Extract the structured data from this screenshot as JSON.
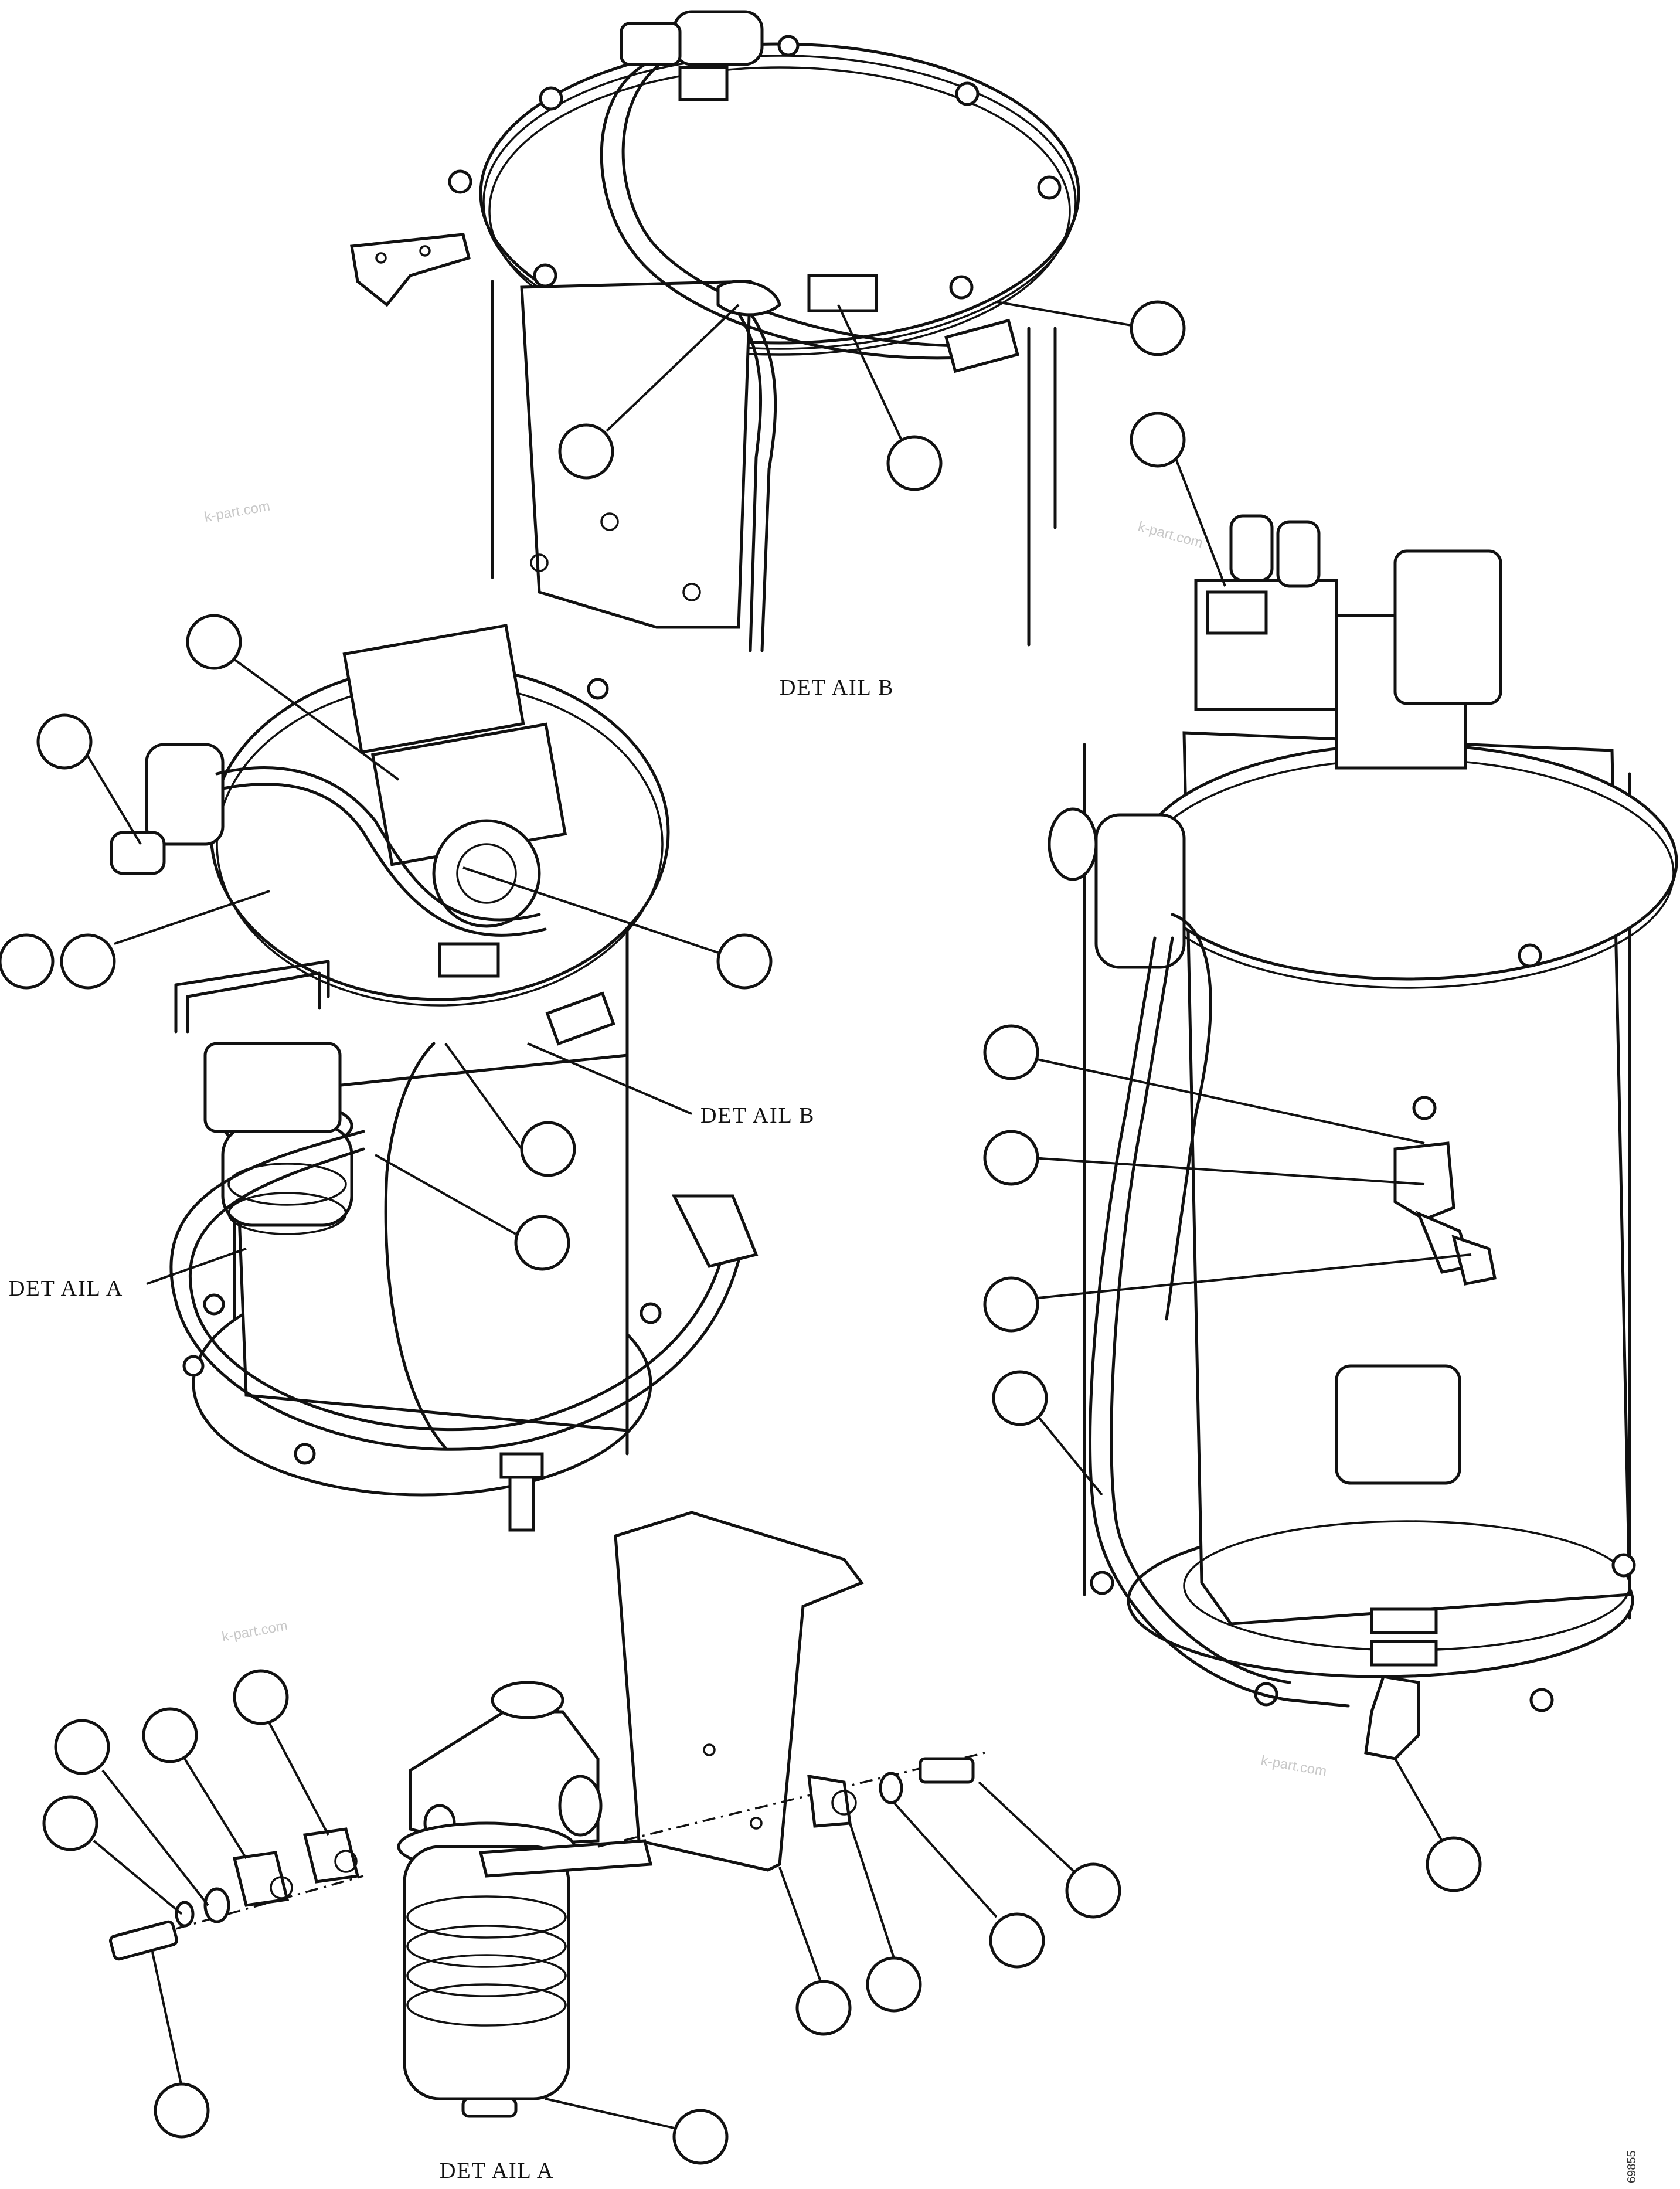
{
  "labels": {
    "detail_b_title": "DET    AIL    B",
    "detail_b_leader": "DET    AIL    B",
    "detail_a_leader": "DET    AIL    A",
    "detail_a_title": "DET    AIL    A"
  },
  "watermarks": [
    "k-part.com",
    "k-part.com",
    "k-part.com",
    "k-part.com"
  ],
  "reference_number": "69855"
}
